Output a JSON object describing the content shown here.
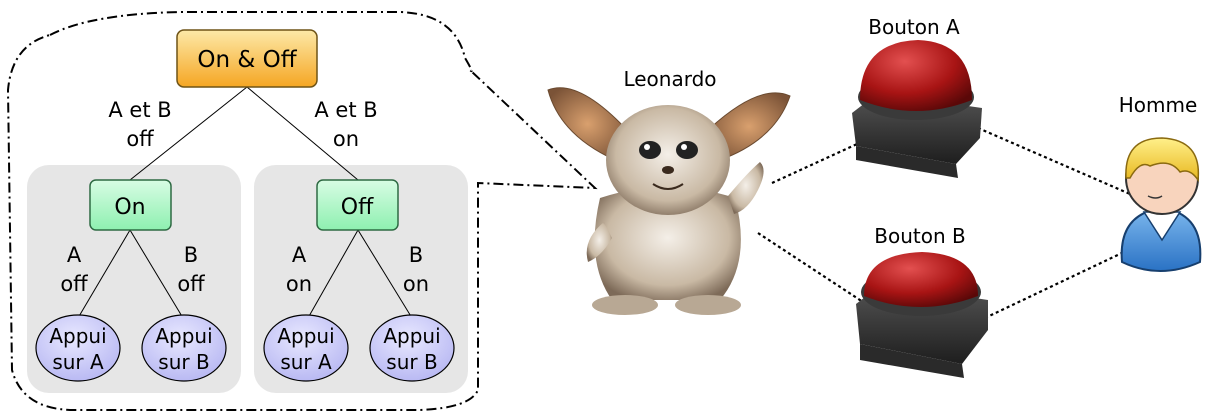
{
  "tree": {
    "root_label": "On & Off",
    "edge_left_label": [
      "A et B",
      "off"
    ],
    "edge_right_label": [
      "A et B",
      "on"
    ],
    "left_node_label": "On",
    "right_node_label": "Off",
    "left_sub_edge_a": [
      "A",
      "off"
    ],
    "left_sub_edge_b": [
      "B",
      "off"
    ],
    "right_sub_edge_a": [
      "A",
      "on"
    ],
    "right_sub_edge_b": [
      "B",
      "on"
    ],
    "leaves": [
      [
        "Appui",
        "sur A"
      ],
      [
        "Appui",
        "sur B"
      ],
      [
        "Appui",
        "sur A"
      ],
      [
        "Appui",
        "sur B"
      ]
    ]
  },
  "robot_label": "Leonardo",
  "button_a_label": "Bouton A",
  "button_b_label": "Bouton B",
  "human_label": "Homme",
  "colors": {
    "root_fill": "#f9b233",
    "node_fill": "#aaf5c4",
    "leaf_fill": "#c8c8f8",
    "group_fill": "#e6e6e6",
    "button_red": "#b01818"
  }
}
